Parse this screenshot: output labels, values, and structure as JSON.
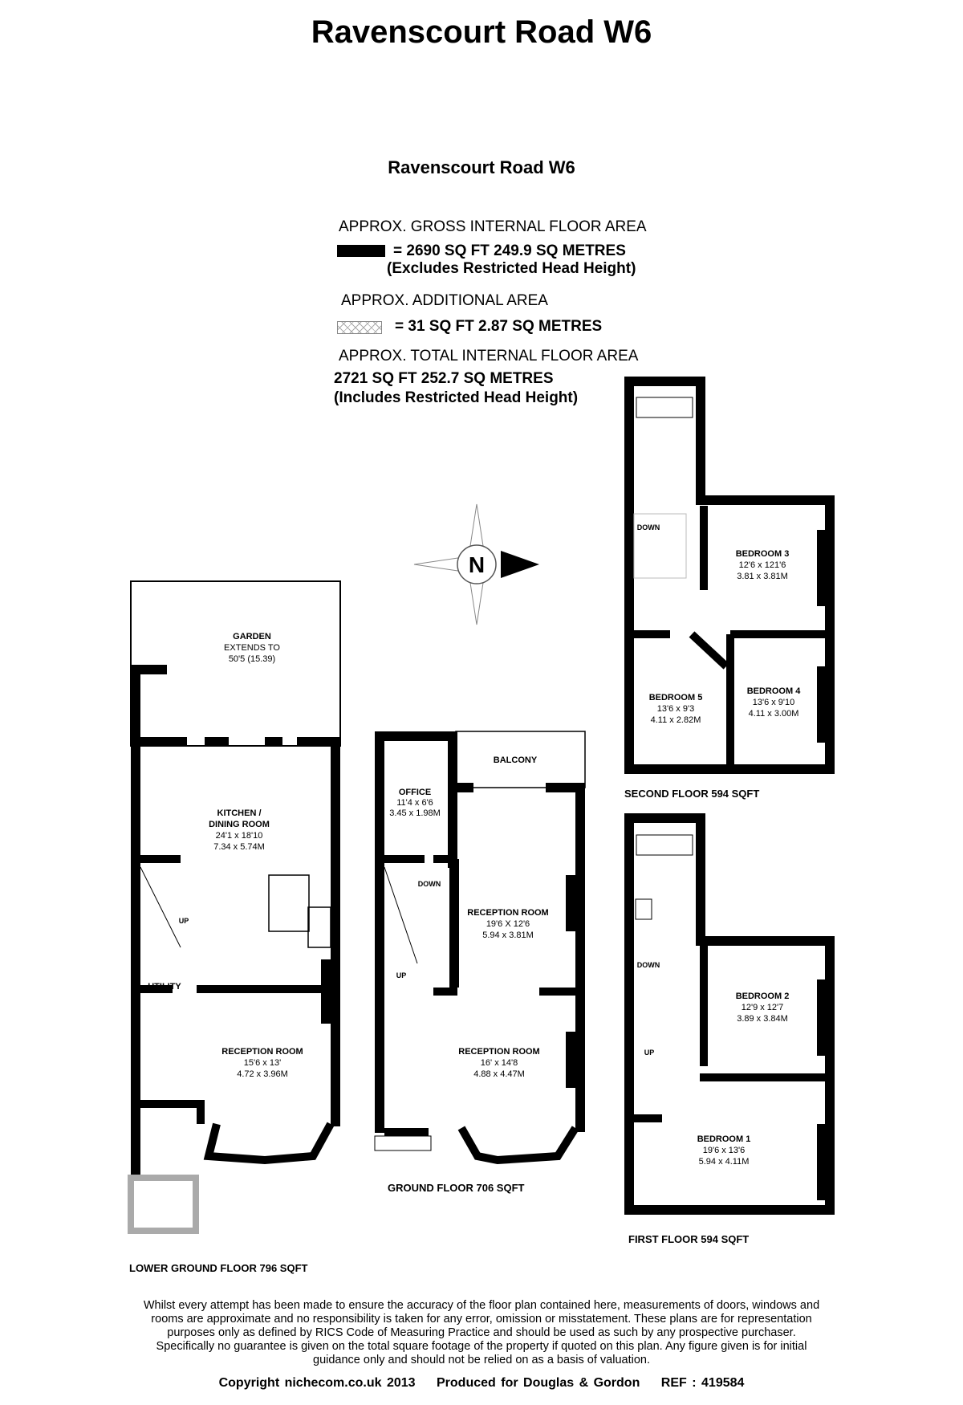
{
  "title": "Ravenscourt Road  W6",
  "subtitle": "Ravenscourt Road  W6",
  "areas": {
    "gross_heading": "APPROX. GROSS INTERNAL FLOOR AREA",
    "gross_value": "= 2690 SQ FT 249.9 SQ METRES",
    "gross_note": "(Excludes Restricted Head Height)",
    "additional_heading": "APPROX. ADDITIONAL AREA",
    "additional_value": "=  31 SQ FT 2.87 SQ METRES",
    "total_heading": "APPROX. TOTAL INTERNAL FLOOR AREA",
    "total_value": "2721 SQ FT 252.7 SQ METRES",
    "total_note": "(Includes Restricted Head Height)"
  },
  "compass": {
    "letter": "N"
  },
  "floors": {
    "lower_ground": {
      "label": "LOWER GROUND FLOOR 796 SQFT",
      "garden": {
        "name": "GARDEN",
        "line1": "EXTENDS TO",
        "line2": "50'5 (15.39)"
      },
      "kitchen": {
        "name1": "KITCHEN /",
        "name2": "DINING ROOM",
        "imperial": "24'1 x 18'10",
        "metric": "7.34 x 5.74M"
      },
      "utility": {
        "name": "UTILITY"
      },
      "reception": {
        "name": "RECEPTION ROOM",
        "imperial": "15'6 x 13'",
        "metric": "4.72 x 3.96M"
      },
      "up": "UP"
    },
    "ground": {
      "label": "GROUND FLOOR 706 SQFT",
      "office": {
        "name": "OFFICE",
        "imperial": "11'4 x 6'6",
        "metric": "3.45 x 1.98M"
      },
      "balcony": {
        "name": "BALCONY"
      },
      "reception_rear": {
        "name": "RECEPTION ROOM",
        "imperial": "19'6 X 12'6",
        "metric": "5.94 x 3.81M"
      },
      "reception_front": {
        "name": "RECEPTION ROOM",
        "imperial": "16' x 14'8",
        "metric": "4.88 x 4.47M"
      },
      "down": "DOWN",
      "up": "UP"
    },
    "second": {
      "label": "SECOND FLOOR 594 SQFT",
      "bedroom3": {
        "name": "BEDROOM 3",
        "imperial": "12'6 x 121'6",
        "metric": "3.81 x 3.81M"
      },
      "bedroom4": {
        "name": "BEDROOM 4",
        "imperial": "13'6 x 9'10",
        "metric": "4.11 x 3.00M"
      },
      "bedroom5": {
        "name": "BEDROOM 5",
        "imperial": "13'6 x 9'3",
        "metric": "4.11 x 2.82M"
      },
      "down": "DOWN"
    },
    "first": {
      "label": "FIRST FLOOR 594 SQFT",
      "bedroom1": {
        "name": "BEDROOM 1",
        "imperial": "19'6 x 13'6",
        "metric": "5.94 x 4.11M"
      },
      "bedroom2": {
        "name": "BEDROOM 2",
        "imperial": "12'9 x 12'7",
        "metric": "3.89 x 3.84M"
      },
      "down": "DOWN",
      "up": "UP"
    }
  },
  "disclaimer": [
    "Whilst every attempt has been made to ensure the accuracy of the floor plan contained here, measurements of doors, windows and",
    "rooms are approximate and no responsibility is taken for any error, omission or misstatement. These plans are for representation",
    "purposes only as defined by RICS Code of Measuring Practice and should be used as such by any prospective purchaser.",
    "Specifically no guarantee is given on the total square footage of the property if quoted on this plan. Any figure given is for initial",
    "guidance only and should not be relied on as a basis of valuation."
  ],
  "footer": {
    "copyright": "Copyright nichecom.co.uk 2013",
    "produced": "Produced for Douglas & Gordon",
    "ref": "REF : 419584"
  }
}
